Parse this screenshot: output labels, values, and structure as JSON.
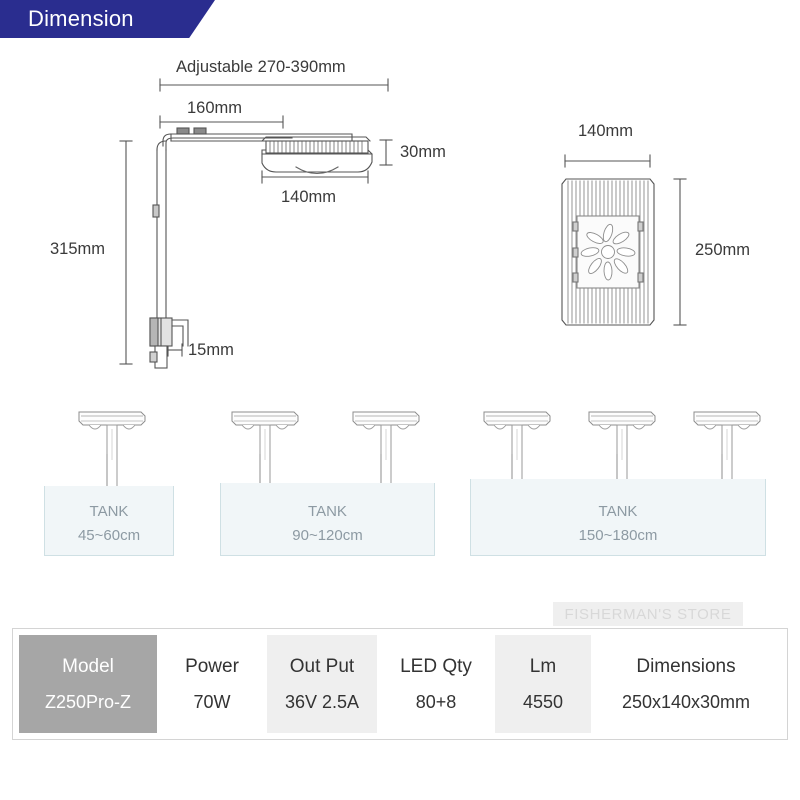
{
  "banner": {
    "title": "Dimension"
  },
  "side_view": {
    "adjustable_label": "Adjustable 270-390mm",
    "arm_length_label": "160mm",
    "height_label": "315mm",
    "fixture_depth_label": "140mm",
    "fixture_thickness_label": "30mm",
    "clamp_label": "15mm"
  },
  "top_view": {
    "width_label": "140mm",
    "height_label": "250mm"
  },
  "tanks": [
    {
      "title": "TANK",
      "size": "45~60cm",
      "lights": 1
    },
    {
      "title": "TANK",
      "size": "90~120cm",
      "lights": 2
    },
    {
      "title": "TANK",
      "size": "150~180cm",
      "lights": 3
    }
  ],
  "watermark": {
    "text": "FISHERMAN'S STORE"
  },
  "spec_table": {
    "columns": [
      {
        "header": "Model",
        "value": "Z250Pro-Z"
      },
      {
        "header": "Power",
        "value": "70W"
      },
      {
        "header": "Out Put",
        "value": "36V 2.5A"
      },
      {
        "header": "LED Qty",
        "value": "80+8"
      },
      {
        "header": "Lm",
        "value": "4550"
      },
      {
        "header": "Dimensions",
        "value": "250x140x30mm"
      }
    ]
  },
  "colors": {
    "banner_bg": "#2a2d8f",
    "tank_fill": "#f1f6f8",
    "tank_border": "#cfe0e4",
    "model_cell_bg": "#a6a6a6",
    "shade_cell_bg": "#efefef",
    "line": "#555555"
  }
}
